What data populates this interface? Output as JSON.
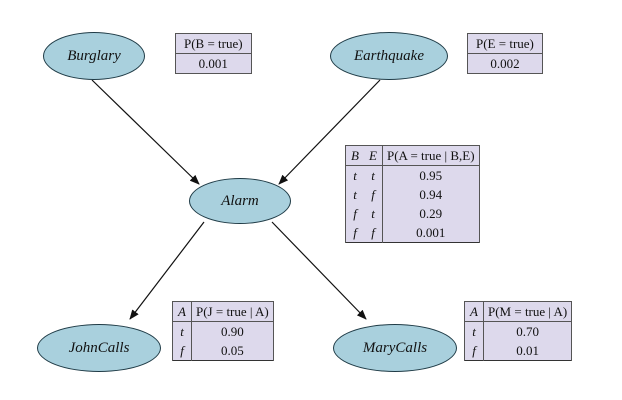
{
  "nodes": {
    "burglary": "Burglary",
    "earthquake": "Earthquake",
    "alarm": "Alarm",
    "johncalls": "JohnCalls",
    "marycalls": "MaryCalls"
  },
  "cpt_burglary": {
    "header": "P(B = true)",
    "value": "0.001"
  },
  "cpt_earthquake": {
    "header": "P(E = true)",
    "value": "0.002"
  },
  "cpt_alarm": {
    "col_b": "B",
    "col_e": "E",
    "col_p": "P(A = true | B,E)",
    "rows": [
      {
        "b": "t",
        "e": "t",
        "p": "0.95"
      },
      {
        "b": "t",
        "e": "f",
        "p": "0.94"
      },
      {
        "b": "f",
        "e": "t",
        "p": "0.29"
      },
      {
        "b": "f",
        "e": "f",
        "p": "0.001"
      }
    ]
  },
  "cpt_john": {
    "col_a": "A",
    "col_p": "P(J = true | A)",
    "rows": [
      {
        "a": "t",
        "p": "0.90"
      },
      {
        "a": "f",
        "p": "0.05"
      }
    ]
  },
  "cpt_mary": {
    "col_a": "A",
    "col_p": "P(M = true | A)",
    "rows": [
      {
        "a": "t",
        "p": "0.70"
      },
      {
        "a": "f",
        "p": "0.01"
      }
    ]
  },
  "colors": {
    "node_fill": "#a9d0dd",
    "table_fill": "#ddd9ec",
    "edge": "#111111"
  }
}
